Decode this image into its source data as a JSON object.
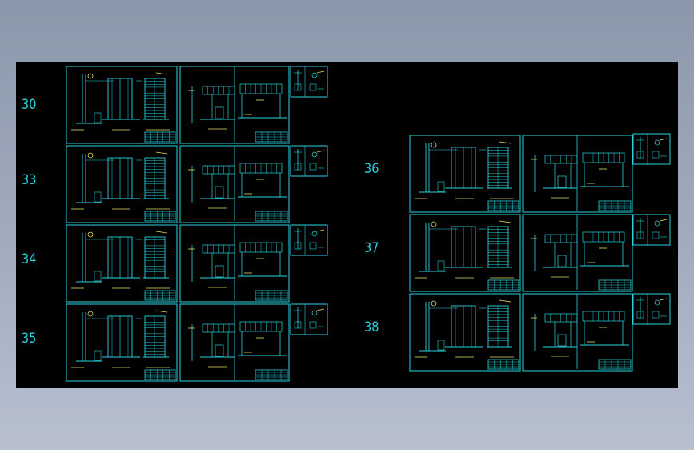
{
  "viewport": {
    "background_top": "#8b98ab",
    "background_bottom": "#b8c0cf"
  },
  "canvas": {
    "background": "#000000",
    "line_color": "#27d3df",
    "accent_color": "#e8e060"
  },
  "row_labels": {
    "r30": "30",
    "r33": "33",
    "r34": "34",
    "r35": "35",
    "r36": "36",
    "r37": "37",
    "r38": "38"
  }
}
